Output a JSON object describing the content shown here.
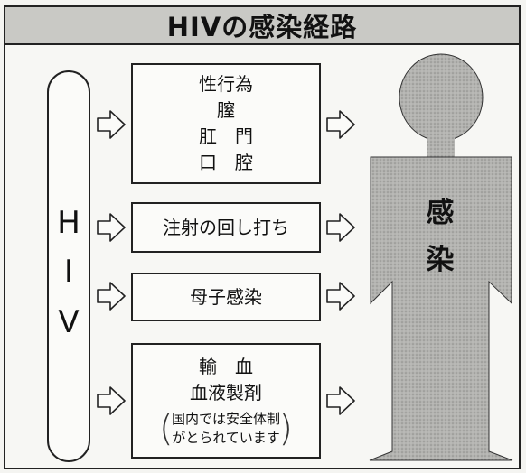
{
  "title": "HIVの感染経路",
  "source": {
    "letters": [
      "H",
      "I",
      "V"
    ]
  },
  "routes": [
    {
      "lines": [
        "性行為",
        "膣",
        "肛　門",
        "口　腔"
      ]
    },
    {
      "lines": [
        "注射の回し打ち"
      ]
    },
    {
      "lines": [
        "母子感染"
      ]
    },
    {
      "lines": [
        "輸　血",
        "血液製剤"
      ],
      "note": [
        "国内では安全体制",
        "がとられています"
      ]
    }
  ],
  "result": {
    "chars": [
      "感",
      "染"
    ]
  }
}
